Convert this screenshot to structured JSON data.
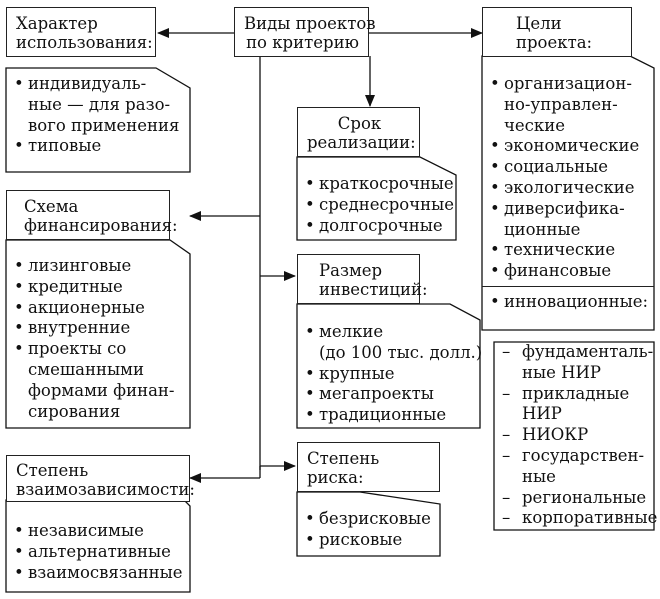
{
  "center": {
    "title_l1": "Виды проектов",
    "title_l2": "по критерию"
  },
  "usage": {
    "title_l1": "Характер",
    "title_l2": "использования:",
    "items": [
      {
        "l1": "индивидуаль-",
        "l2": "ные — для разо-",
        "l3": "вого применения"
      },
      {
        "l1": "типовые"
      }
    ]
  },
  "goals": {
    "title_l1": "Цели",
    "title_l2": "проекта:",
    "items": [
      {
        "l1": "организацион-",
        "l2": "но-управлен-",
        "l3": "ческие"
      },
      {
        "l1": "экономические"
      },
      {
        "l1": "социальные"
      },
      {
        "l1": "экологические"
      },
      {
        "l1": "диверсифика-",
        "l2": "ционные"
      },
      {
        "l1": "технические"
      },
      {
        "l1": "финансовые"
      }
    ],
    "innovation": "инновационные:",
    "innovation_items": [
      {
        "l1": "фундаменталь-",
        "l2": "ные НИР"
      },
      {
        "l1": "прикладные",
        "l2": "НИР"
      },
      {
        "l1": "НИОКР"
      },
      {
        "l1": "государствен-",
        "l2": "ные"
      },
      {
        "l1": "региональные"
      },
      {
        "l1": "корпоративные"
      }
    ]
  },
  "term": {
    "title_l1": "Срок",
    "title_l2": "реализации:",
    "items": [
      "краткосрочные",
      "среднесрочные",
      "долгосрочные"
    ]
  },
  "financing": {
    "title_l1": "Схема",
    "title_l2": "финансирования:",
    "items": [
      {
        "l1": "лизинговые"
      },
      {
        "l1": "кредитные"
      },
      {
        "l1": "акционерные"
      },
      {
        "l1": "внутренние"
      },
      {
        "l1": "проекты со",
        "l2": "смешанными",
        "l3": "формами финан-",
        "l4": "сирования"
      }
    ]
  },
  "investment": {
    "title_l1": "Размер",
    "title_l2": "инвестиций:",
    "items": [
      {
        "l1": "мелкие",
        "l2": "(до 100 тыс. долл.)"
      },
      {
        "l1": "крупные"
      },
      {
        "l1": "мегапроекты"
      },
      {
        "l1": "традиционные"
      }
    ]
  },
  "interdependence": {
    "title_l1": "Степень",
    "title_l2": "взаимозависимости:",
    "items": [
      "независимые",
      "альтернативные",
      "взаимосвязанные"
    ]
  },
  "risk": {
    "title_l1": "Степень",
    "title_l2": "риска:",
    "items": [
      "безрисковые",
      "рисковые"
    ]
  }
}
